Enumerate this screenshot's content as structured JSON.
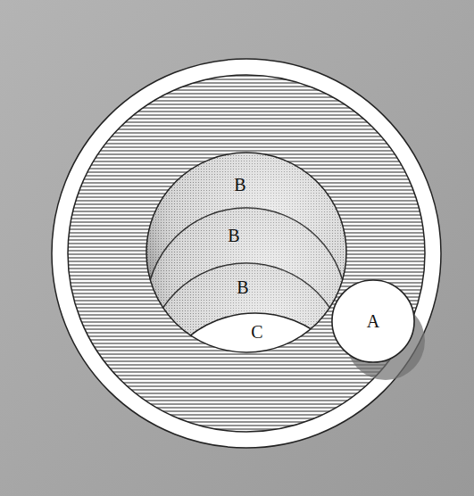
{
  "diagram": {
    "nodes": [
      {
        "text": [
          "B"
        ]
      },
      {
        "text": [
          "B"
        ]
      },
      {
        "text": [
          "B"
        ]
      },
      {
        "text": [
          "C"
        ]
      },
      {
        "text": [
          "A"
        ]
      }
    ]
  }
}
